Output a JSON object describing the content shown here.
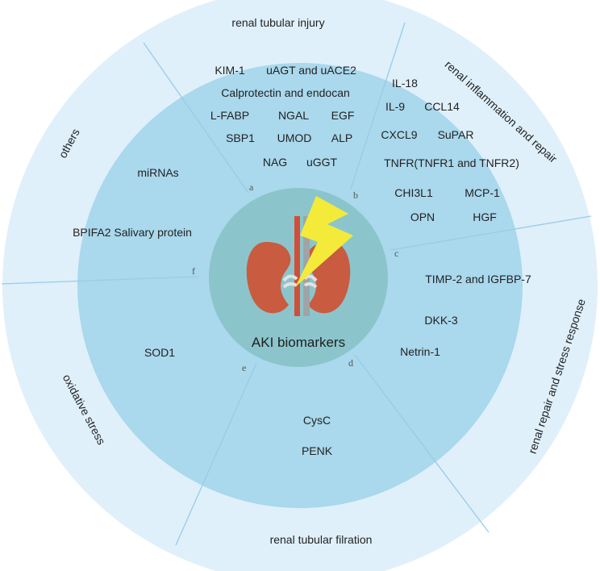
{
  "colors": {
    "outer_ring": "#dff0fb",
    "middle_ring": "#aad8ec",
    "inner_circle": "#8bc5cb",
    "divider": "#9acbe8",
    "kidney": "#c95b40",
    "vessel_red": "#cf4f38",
    "vessel_gray": "#9fa4a6",
    "bolt": "#f4ea3a",
    "text": "#222222"
  },
  "center": {
    "label": "AKI biomarkers"
  },
  "sections": [
    {
      "letter": "a",
      "title": "renal tubular injury",
      "items": [
        "KIM-1",
        "uAGT and uACE2",
        "Calprotectin and endocan",
        "L-FABP",
        "NGAL",
        "EGF",
        "SBP1",
        "UMOD",
        "ALP",
        "NAG",
        "uGGT"
      ]
    },
    {
      "letter": "b",
      "title": "renal inflammation and repair",
      "items": [
        "IL-18",
        "IL-9",
        "CCL14",
        "CXCL9",
        "SuPAR",
        "TNFR(TNFR1 and TNFR2)",
        "CHI3L1",
        "MCP-1",
        "OPN",
        "HGF"
      ]
    },
    {
      "letter": "c",
      "title": "renal repair and stress response",
      "items": [
        "TIMP-2 and IGFBP-7",
        "DKK-3",
        "Netrin-1"
      ]
    },
    {
      "letter": "d",
      "title": "renal tubular filration",
      "items": [
        "CysC",
        "PENK"
      ]
    },
    {
      "letter": "e",
      "title": "oxidative stress",
      "items": [
        "SOD1"
      ]
    },
    {
      "letter": "f",
      "title": "others",
      "items": [
        "miRNAs",
        "BPIFA2 Salivary protein"
      ]
    }
  ]
}
